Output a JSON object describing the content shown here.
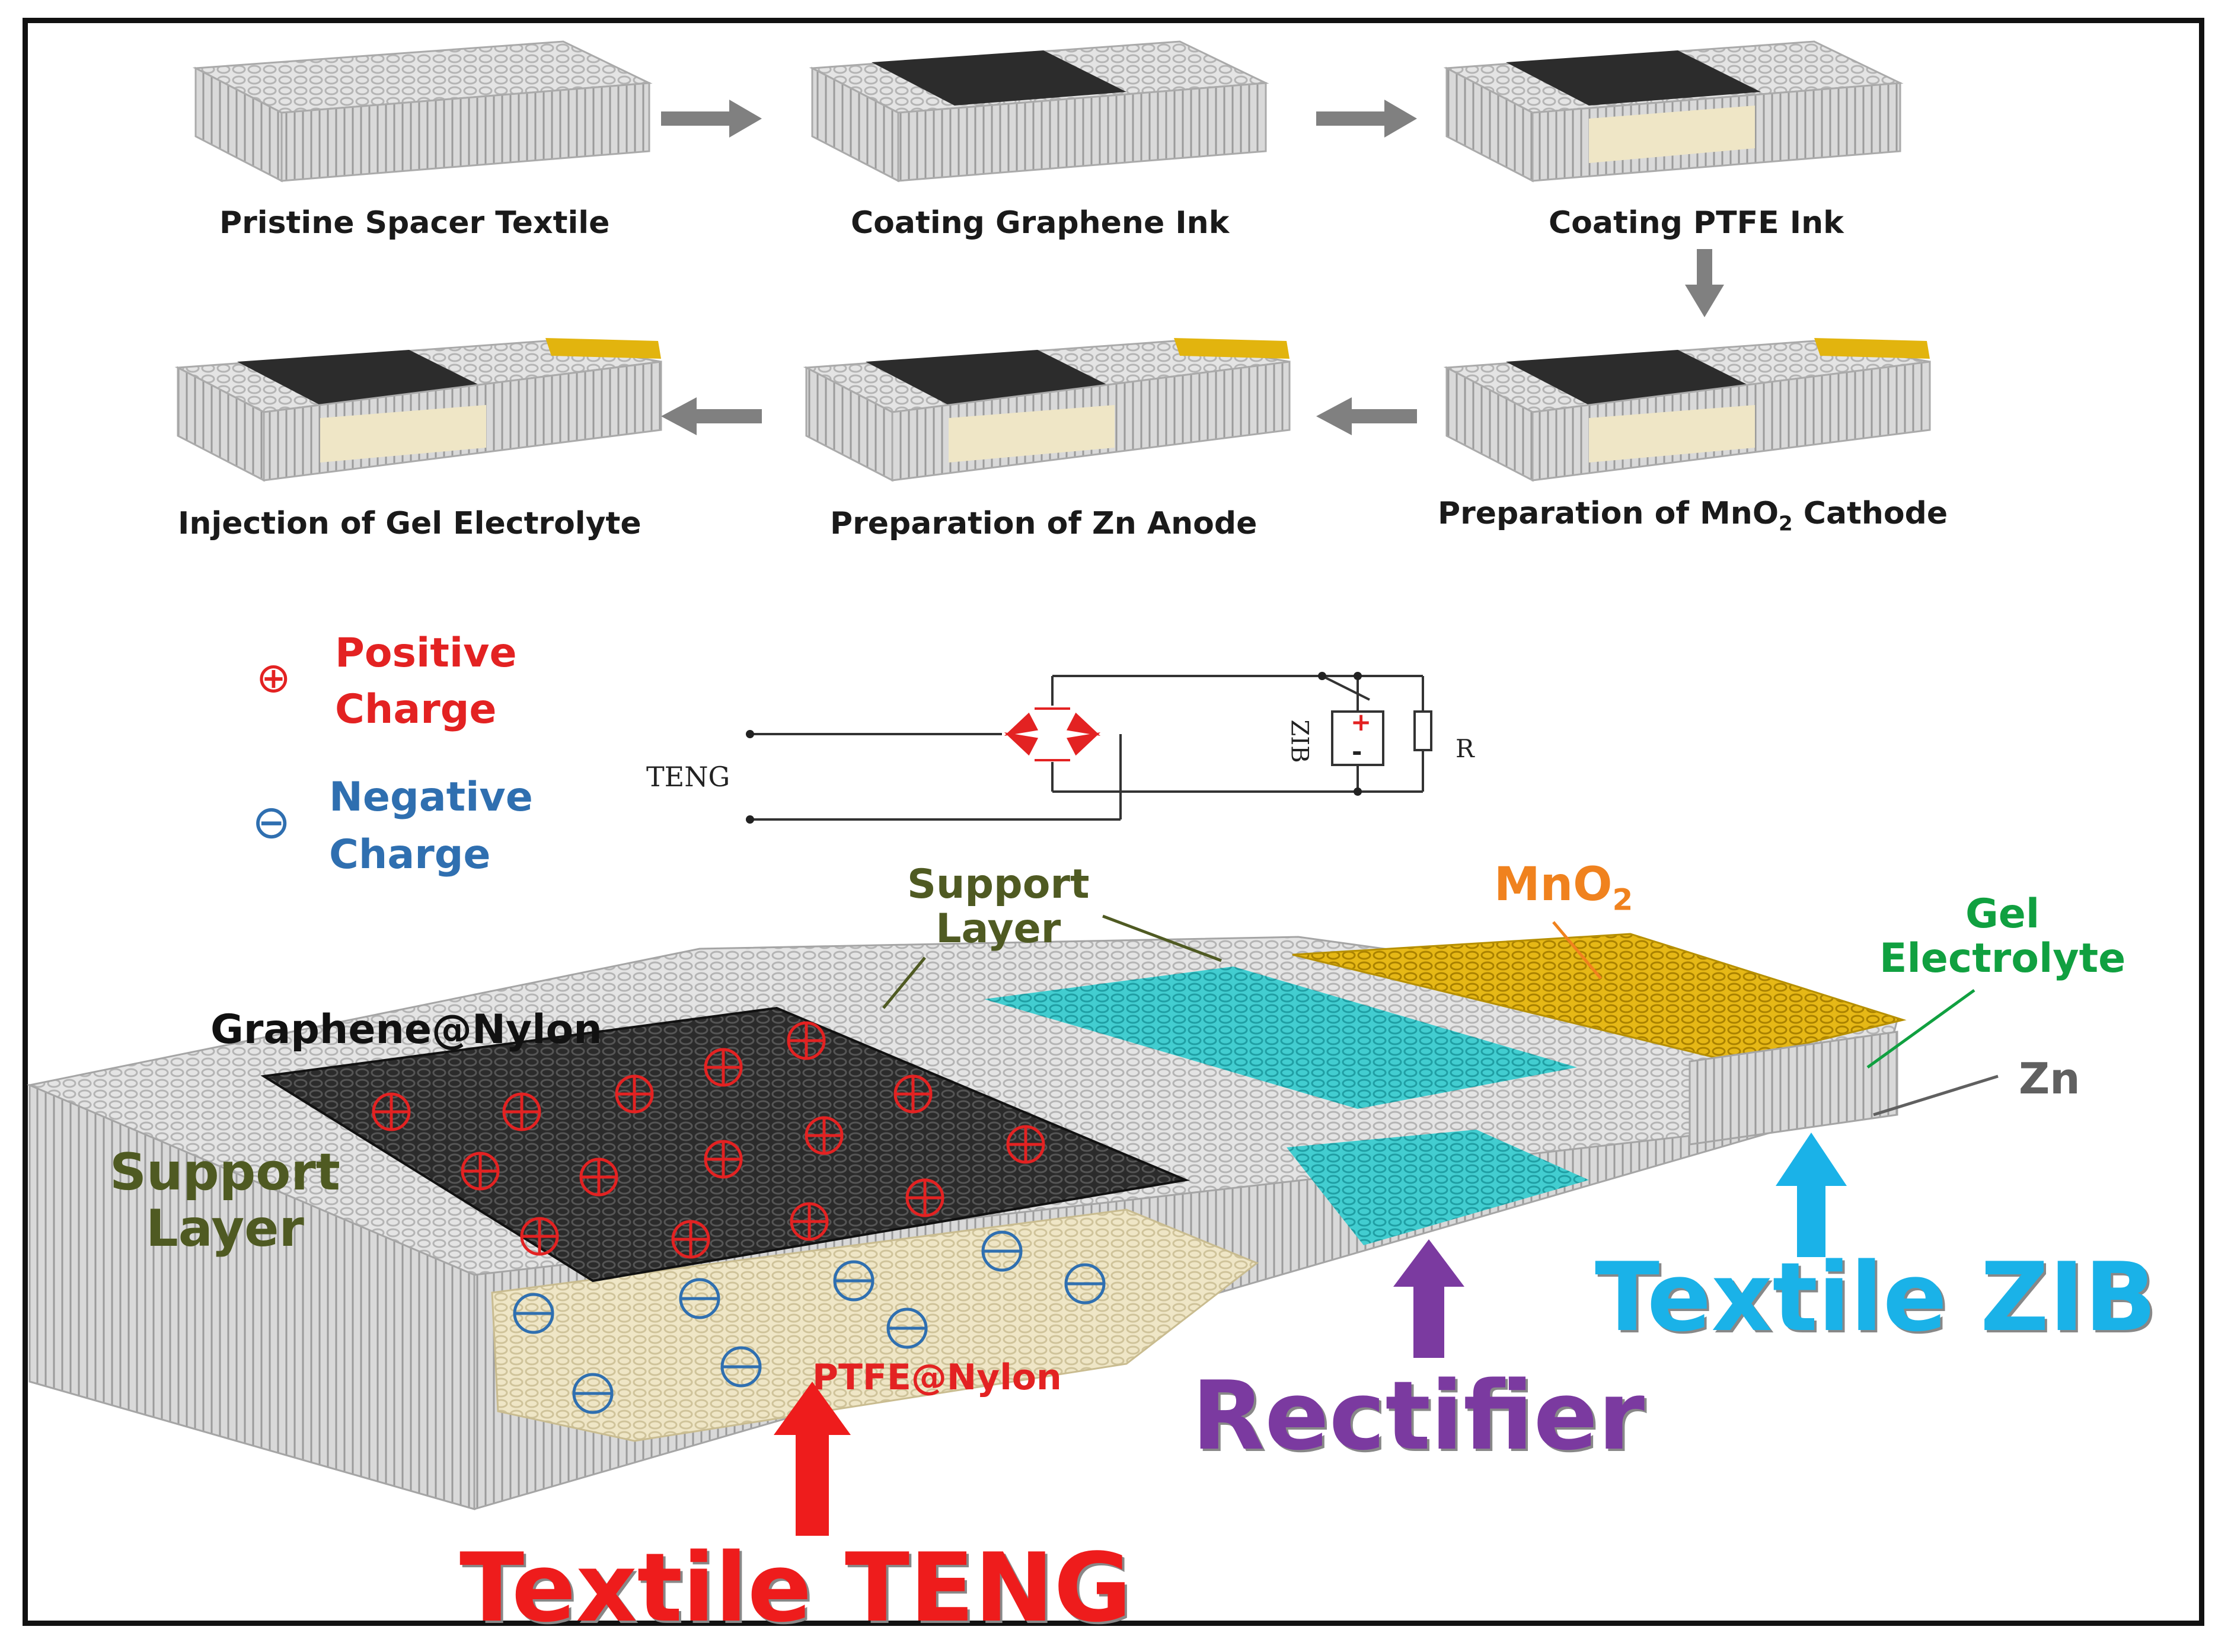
{
  "process_steps": [
    {
      "label": "Pristine Spacer Textile"
    },
    {
      "label": "Coating Graphene Ink"
    },
    {
      "label": "Coating PTFE Ink"
    },
    {
      "label": "Preparation of MnO",
      "sub": "2",
      "suffix": " Cathode"
    },
    {
      "label": "Preparation of Zn Anode"
    },
    {
      "label": "Injection of Gel Electrolyte"
    }
  ],
  "legend": {
    "positive_symbol": "⊕",
    "positive_label_1": "Positive",
    "positive_label_2": "Charge",
    "negative_symbol": "⊖",
    "negative_label_1": "Negative",
    "negative_label_2": "Charge"
  },
  "circuit": {
    "teng_label": "TENG",
    "zib_label": "ZIB",
    "resistor_label": "R",
    "plus": "+",
    "minus": "-"
  },
  "device_labels": {
    "support_layer_top_1": "Support",
    "support_layer_top_2": "Layer",
    "mno2": "MnO",
    "mno2_sub": "2",
    "gel_1": "Gel",
    "gel_2": "Electrolyte",
    "zn": "Zn",
    "graphene": "Graphene@Nylon",
    "support_layer_left_1": "Support",
    "support_layer_left_2": "Layer",
    "ptfe": "PTFE@Nylon"
  },
  "component_labels": {
    "teng": "Textile TENG",
    "rectifier": "Rectifier",
    "zib": "Textile ZIB"
  },
  "colors": {
    "positive": "#e32222",
    "negative": "#2f6fb0",
    "support_text": "#4f5a22",
    "mno2_text": "#f0821e",
    "gel_text": "#10a040",
    "zn_text": "#606060",
    "teng_arrow": "#ee1c1c",
    "rectifier": "#7b3aa0",
    "zib": "#1ab2e8",
    "graphene": "#2d2d2d",
    "ptfe": "#efe6c6",
    "cyan_layer": "#3cc8cc",
    "gold_layer": "#e2b40e",
    "textile": "#dcdcdc"
  }
}
